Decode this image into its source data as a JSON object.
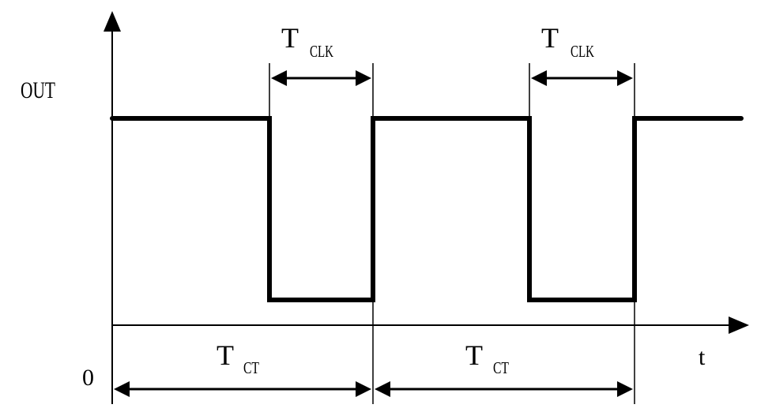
{
  "labels": {
    "y_axis": "OUT",
    "x_axis": "t",
    "origin": "0",
    "period_main": "T",
    "period_sub": "CT",
    "pulse_main": "T",
    "pulse_sub": "CLK"
  },
  "colors": {
    "line": "#000000",
    "background": "#ffffff"
  }
}
